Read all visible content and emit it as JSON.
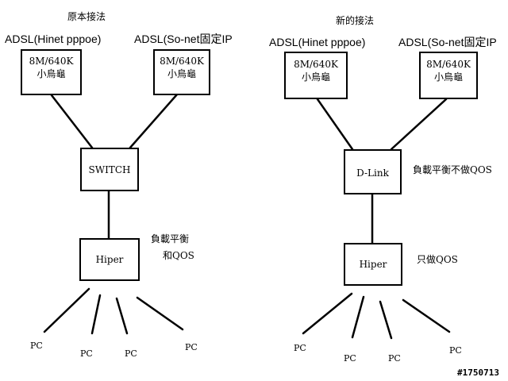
{
  "left": {
    "title": "原本接法",
    "isp1": "ADSL(Hinet pppoe)",
    "isp2": "ADSL(So-net固定IP",
    "modem1": {
      "line1": "8M/640K",
      "line2": "小烏龜"
    },
    "modem2": {
      "line1": "8M/640K",
      "line2": "小烏龜"
    },
    "switch": "SWITCH",
    "hiper": "Hiper",
    "hiper_note_line1": "負載平衡",
    "hiper_note_line2": "和QOS",
    "pcs": [
      "PC",
      "PC",
      "PC",
      "PC"
    ]
  },
  "right": {
    "title": "新的接法",
    "isp1": "ADSL(Hinet pppoe)",
    "isp2": "ADSL(So-net固定IP",
    "modem1": {
      "line1": "8M/640K",
      "line2": "小烏龜"
    },
    "modem2": {
      "line1": "8M/640K",
      "line2": "小烏龜"
    },
    "dlink": "D-Link",
    "dlink_note": "負載平衡不做QOS",
    "hiper": "Hiper",
    "hiper_note": "只做QOS",
    "pcs": [
      "PC",
      "PC",
      "PC",
      "PC"
    ]
  },
  "watermark": "#1750713"
}
